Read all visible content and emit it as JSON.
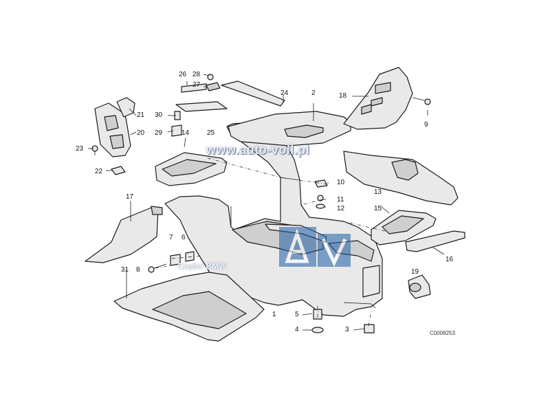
{
  "watermark": {
    "url": "www.auto-voll.pl",
    "logo": "AV",
    "brand": "Części BMW"
  },
  "reference_code": "C0008253",
  "callouts": [
    {
      "id": "c1",
      "text": "1"
    },
    {
      "id": "c2",
      "text": "2"
    },
    {
      "id": "c3",
      "text": "3"
    },
    {
      "id": "c4",
      "text": "4"
    },
    {
      "id": "c5",
      "text": "5"
    },
    {
      "id": "c6",
      "text": "6"
    },
    {
      "id": "c7",
      "text": "7"
    },
    {
      "id": "c8",
      "text": "8"
    },
    {
      "id": "c9",
      "text": "9"
    },
    {
      "id": "c10",
      "text": "10"
    },
    {
      "id": "c11",
      "text": "11"
    },
    {
      "id": "c12",
      "text": "12"
    },
    {
      "id": "c13",
      "text": "13"
    },
    {
      "id": "c14",
      "text": "14"
    },
    {
      "id": "c15",
      "text": "15"
    },
    {
      "id": "c16",
      "text": "16"
    },
    {
      "id": "c17",
      "text": "17"
    },
    {
      "id": "c18",
      "text": "18"
    },
    {
      "id": "c19",
      "text": "19"
    },
    {
      "id": "c20",
      "text": "20"
    },
    {
      "id": "c21",
      "text": "21"
    },
    {
      "id": "c22",
      "text": "22"
    },
    {
      "id": "c23",
      "text": "23"
    },
    {
      "id": "c24",
      "text": "24"
    },
    {
      "id": "c25",
      "text": "25"
    },
    {
      "id": "c26",
      "text": "26"
    },
    {
      "id": "c27",
      "text": "27"
    },
    {
      "id": "c28",
      "text": "28"
    },
    {
      "id": "c29",
      "text": "29"
    },
    {
      "id": "c30",
      "text": "30"
    },
    {
      "id": "c31",
      "text": "31"
    }
  ]
}
